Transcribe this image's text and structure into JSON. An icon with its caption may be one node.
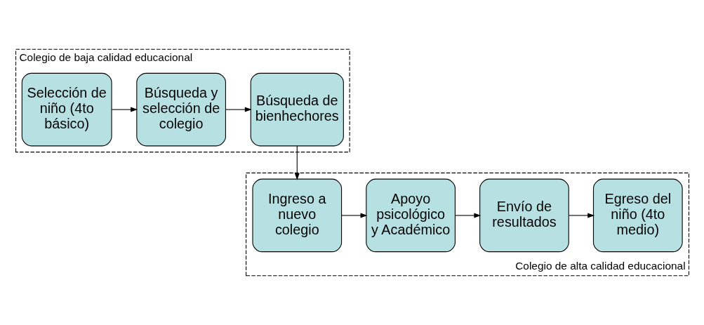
{
  "diagram": {
    "nodes": [
      {
        "text": [
          "Colegio de baja calidad educacional"
        ]
      },
      {
        "text": [
          "Selección de niño (4to básico)"
        ],
        "in": 0
      },
      {
        "text": [
          "Búsqueda y selección de colegio"
        ],
        "in": 0
      },
      {
        "text": [
          "Búsqueda de bienhechores"
        ],
        "in": 0
      },
      {
        "text": [
          "Colegio de alta calidad educacional"
        ]
      },
      {
        "text": [
          "Ingreso a nuevo colegio"
        ],
        "in": 4
      },
      {
        "text": [
          "Apoyo psicológico y Académico"
        ],
        "in": 4
      },
      {
        "text": [
          "Envío de resultados"
        ],
        "in": 4
      },
      {
        "text": [
          "Egreso del niño (4to medio)"
        ],
        "in": 4
      }
    ],
    "edges": [
      {
        "from": 1,
        "to": 2,
        "arrow": "to"
      },
      {
        "from": 2,
        "to": 3,
        "arrow": "to"
      },
      {
        "from": 3,
        "to": 5,
        "arrow": "to"
      },
      {
        "from": 5,
        "to": 6,
        "arrow": "to"
      },
      {
        "from": 6,
        "to": 7,
        "arrow": "to"
      },
      {
        "from": 7,
        "to": 8,
        "arrow": "to"
      }
    ]
  }
}
